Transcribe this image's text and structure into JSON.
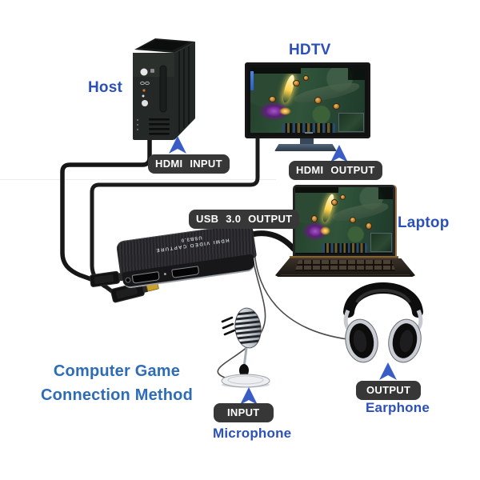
{
  "title": {
    "line1": "Computer Game",
    "line2": "Connection Method"
  },
  "labels": {
    "host": "Host",
    "hdtv": "HDTV",
    "laptop": "Laptop",
    "microphone": "Microphone",
    "earphone": "Earphone"
  },
  "tags": {
    "hdmi_input": "HDMI INPUT",
    "hdmi_output": "HDMI OUTPUT",
    "usb_output": "USB 3.0 OUTPUT",
    "input": "INPUT",
    "output": "OUTPUT"
  },
  "capture_card": {
    "print_line1": "HDMI VIDEO CAPTURE",
    "print_line2": "USB3.0"
  },
  "colors": {
    "label_blue": "#2b50b8",
    "title_blue": "#2e6db6",
    "tag_bg": "#373737",
    "tag_text": "#ffffff",
    "arrow_blue": "#3a5cc5",
    "background": "#ffffff"
  }
}
